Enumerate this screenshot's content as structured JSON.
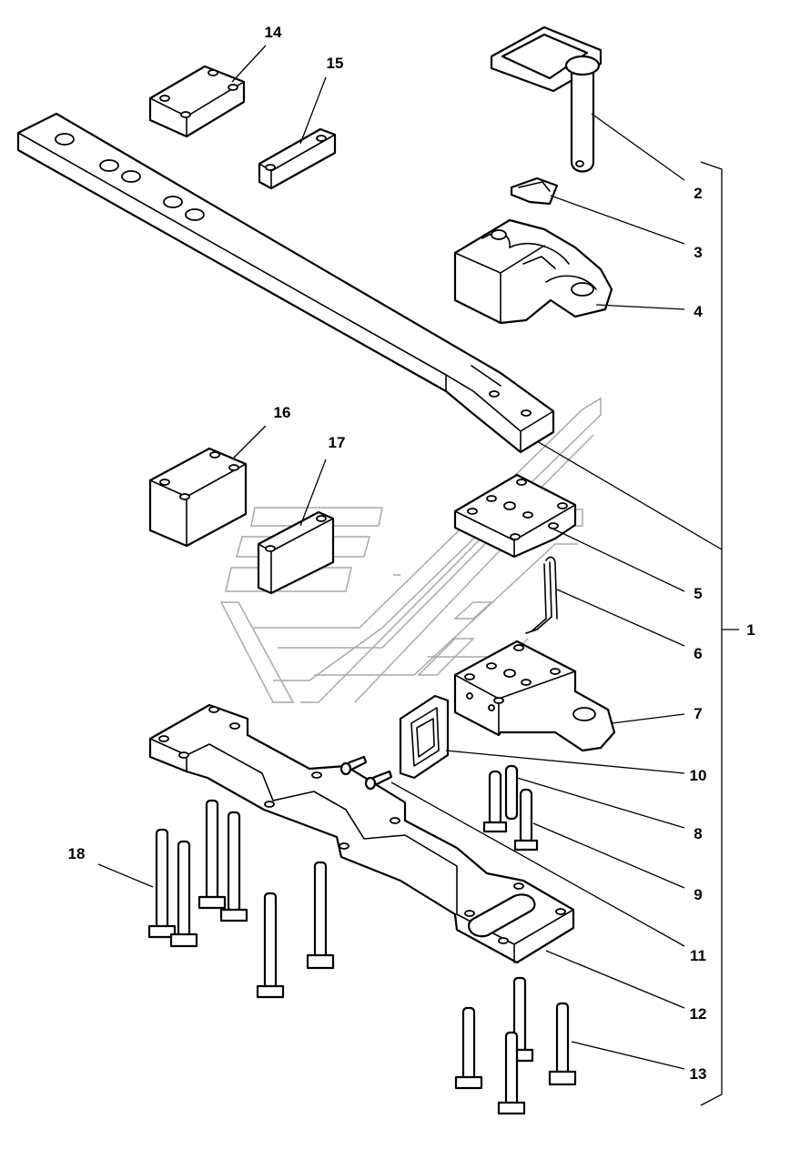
{
  "diagram": {
    "callouts": {
      "c1": "1",
      "c2": "2",
      "c3": "3",
      "c4": "4",
      "c5": "5",
      "c6": "6",
      "c7": "7",
      "c8": "8",
      "c9": "9",
      "c10": "10",
      "c11": "11",
      "c12": "12",
      "c13": "13",
      "c14": "14",
      "c15": "15",
      "c16": "16",
      "c17": "17",
      "c18": "18"
    }
  },
  "colors": {
    "line": "#000000",
    "watermark": "#a9a9a9",
    "background": "#ffffff"
  }
}
